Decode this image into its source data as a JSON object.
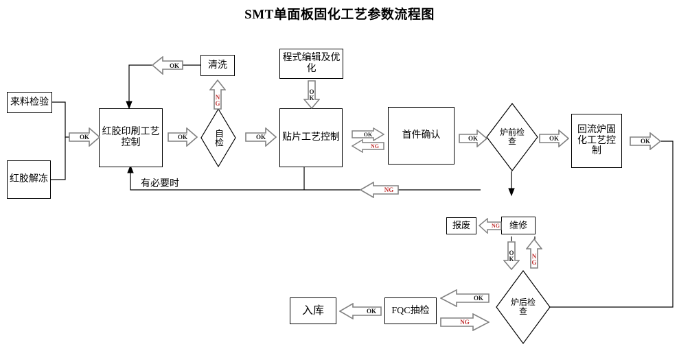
{
  "title": "SMT单面板固化工艺参数流程图",
  "labels": {
    "if_necessary": "有必要时"
  },
  "nodes": {
    "incoming_inspection": "来料检验",
    "glue_thawing": "红胶解冻",
    "glue_print_control": "红胶印刷工艺控制",
    "cleaning": "清洗",
    "self_check": "自检",
    "program_edit_optimize": "程式编辑及优化",
    "mount_process_control": "贴片工艺控制",
    "first_article_confirm": "首件确认",
    "pre_oven_check": "炉前检查",
    "reflow_cure_control": "回流炉固化工艺控制",
    "post_oven_check": "炉后检查",
    "repair": "维修",
    "scrap": "报废",
    "fqc_sampling": "FQC抽检",
    "warehouse": "入库"
  },
  "arrows": {
    "ok": "OK",
    "ng": "NG",
    "start_to_print": "OK",
    "print_to_selfcheck": "OK",
    "selfcheck_to_mount": "OK",
    "cleaning_to_print": "OK",
    "selfcheck_ng_to_cleaning": "NG",
    "program_to_mount": "OK",
    "mount_to_first": "OK",
    "first_ng_to_mount": "NG",
    "first_to_preoven": "OK",
    "preoven_to_reflow": "OK",
    "reflow_to_postoven": "OK",
    "preoven_ng_back": "NG",
    "postoven_ok_up": "OK",
    "repair_ng_to_scrap": "NG",
    "postoven_ng_up_repair": "NG",
    "postoven_ok_to_fqc": "OK",
    "fqc_ng_out": "NG",
    "fqc_to_warehouse": "OK"
  },
  "colors": {
    "line": "#000000",
    "arrow_fill": "#ffffff",
    "arrow_stroke": "#808080",
    "ok_text": "#1a1a1a",
    "ng_text": "#c03030",
    "background": "#ffffff"
  }
}
